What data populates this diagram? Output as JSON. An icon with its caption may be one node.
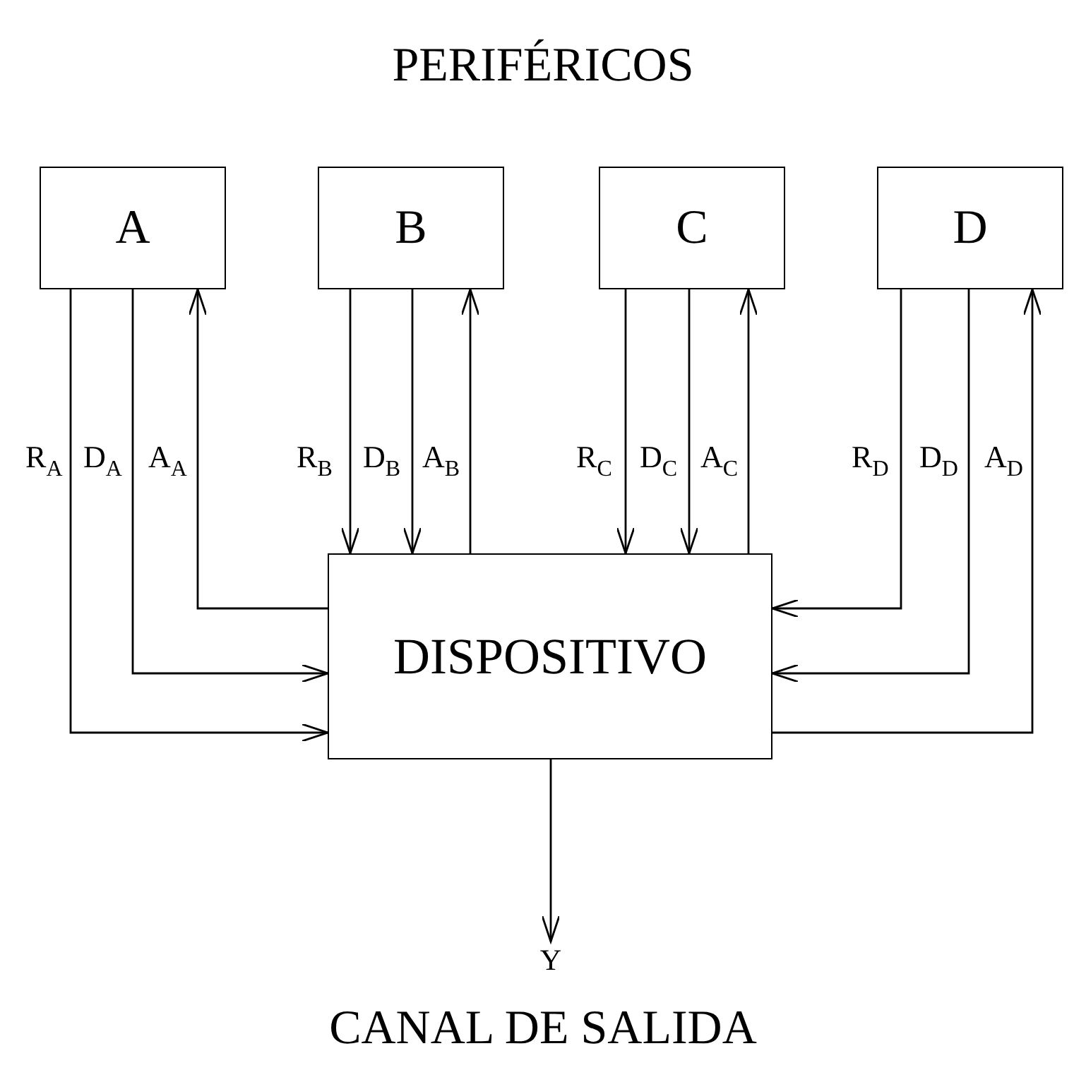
{
  "diagram": {
    "title": "PERIFÉRICOS",
    "caption": "CANAL DE SALIDA",
    "nodes": [
      {
        "text": [
          "A"
        ]
      },
      {
        "text": [
          "B"
        ]
      },
      {
        "text": [
          "C"
        ]
      },
      {
        "text": [
          "D"
        ]
      },
      {
        "text": [
          "DISPOSITIVO"
        ]
      },
      {
        "text": [
          "Y"
        ]
      }
    ],
    "edges": [
      {
        "from": 0,
        "to": 4,
        "arrow": "to",
        "label": "R$_{A}$"
      },
      {
        "from": 0,
        "to": 4,
        "arrow": "to",
        "label": "D$_{A}$"
      },
      {
        "from": 4,
        "to": 0,
        "arrow": "to",
        "label": "A$_{A}$"
      },
      {
        "from": 1,
        "to": 4,
        "arrow": "to",
        "label": "R$_{B}$"
      },
      {
        "from": 1,
        "to": 4,
        "arrow": "to",
        "label": "D$_{B}$"
      },
      {
        "from": 4,
        "to": 1,
        "arrow": "to",
        "label": "A$_{B}$"
      },
      {
        "from": 2,
        "to": 4,
        "arrow": "to",
        "label": "R$_{C}$"
      },
      {
        "from": 2,
        "to": 4,
        "arrow": "to",
        "label": "D$_{C}$"
      },
      {
        "from": 4,
        "to": 2,
        "arrow": "to",
        "label": "A$_{C}$"
      },
      {
        "from": 3,
        "to": 4,
        "arrow": "to",
        "label": "R$_{D}$"
      },
      {
        "from": 3,
        "to": 4,
        "arrow": "to",
        "label": "D$_{D}$"
      },
      {
        "from": 4,
        "to": 3,
        "arrow": "to",
        "label": "A$_{D}$"
      },
      {
        "from": 4,
        "to": 5,
        "arrow": "to"
      }
    ]
  }
}
